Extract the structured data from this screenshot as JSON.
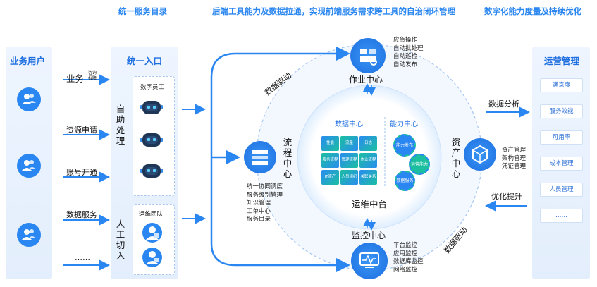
{
  "headers": {
    "catalog": "统一服务目录",
    "closed_loop": "后端工具能力及数据拉通，实现前端服务需求跨工具的自治闭环管理",
    "metrics": "数字化能力度量及持续优化"
  },
  "left_panel": {
    "title": "业务用户"
  },
  "requests": {
    "business": "业务",
    "business_small_1": "咨询",
    "business_small_2": "报障",
    "resource": "资源申请",
    "account": "账号开通",
    "data_service": "数据服务",
    "more": "……"
  },
  "entry_panel": {
    "title": "统一入口",
    "auto_handle": "自助处理",
    "digital_staff": "数字员工",
    "manual_intervention": "人工切入",
    "ops_team": "运维团队"
  },
  "hub": {
    "ops_center": "作业中心",
    "ops_items": [
      "应急操作",
      "自动批处理",
      "自动巡检",
      "自动发布"
    ],
    "process_center": "流程中心",
    "process_items": [
      "统一协同调度",
      "服务级别管理",
      "知识管理",
      "工单中心",
      "服务目录"
    ],
    "asset_center": "资产中心",
    "asset_items": [
      "资产管理",
      "架构管理",
      "凭证管理"
    ],
    "monitor_center": "监控中心",
    "monitor_items": [
      "平台监控",
      "应用监控",
      "数据库监控",
      "网络监控"
    ],
    "data_driven_top": "数据驱动",
    "data_driven_bottom": "数据驱动",
    "data_center": "数据中心",
    "capability_center": "能力中心",
    "platform": "运维中台",
    "cubes": [
      "性能",
      "流量",
      "日志",
      "服务流程",
      "管理流程",
      "作业流程",
      "IT资产",
      "人员组织",
      "关联关系"
    ],
    "gears": [
      "能力发布",
      "运营能力",
      "数据服务"
    ]
  },
  "arrows": {
    "data_analysis": "数据分析",
    "optimize": "优化提升"
  },
  "ops_panel": {
    "title": "运营管理",
    "items": [
      "满意度",
      "服务效能",
      "可用率",
      "成本管理",
      "人员管理",
      "……"
    ]
  },
  "colors": {
    "primary": "#2a86f0",
    "accent_green": "#1fbf8f",
    "panel_bg": "#e8f1fd"
  }
}
